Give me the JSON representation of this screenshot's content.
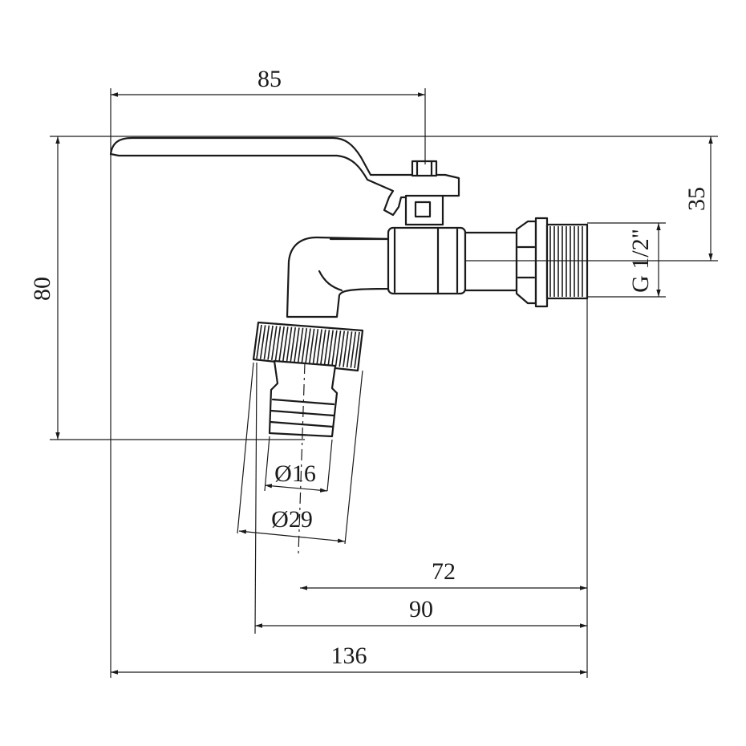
{
  "dimensions": {
    "handle_length": "85",
    "total_height": "80",
    "axis_height": "35",
    "thread_size": "G 1/2\"",
    "hose_diameter": "Ø16",
    "nut_diameter": "Ø29",
    "outlet_offset": "72",
    "nut_offset": "90",
    "total_length": "136"
  },
  "colors": {
    "line": "#1a1a1a",
    "background": "#ffffff"
  }
}
